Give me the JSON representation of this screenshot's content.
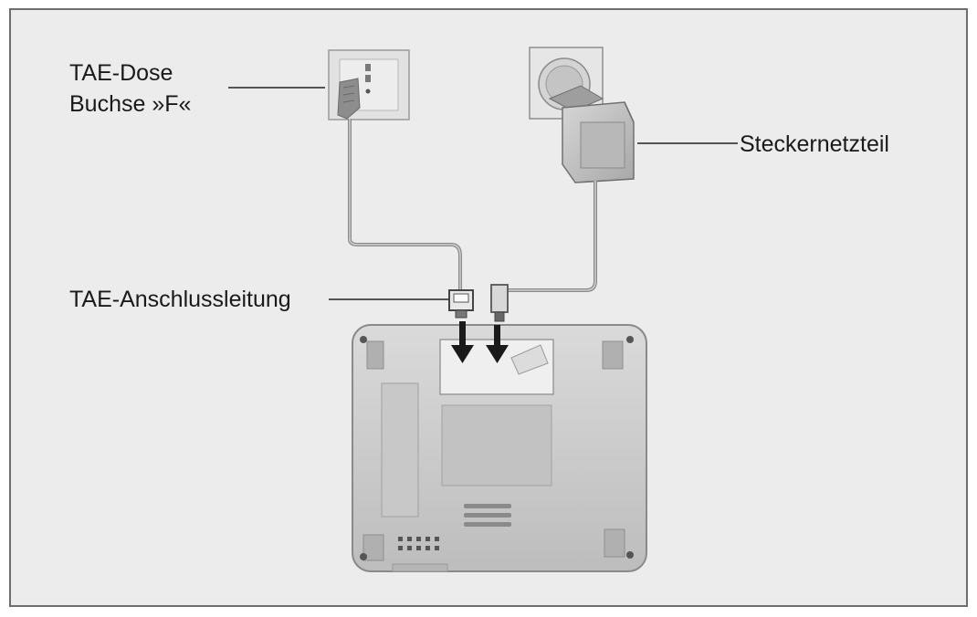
{
  "labels": {
    "tae_dose_line1": "TAE-Dose",
    "tae_dose_line2": "Buchse »F«",
    "netzteil": "Steckernetzteil",
    "anschlussleitung": "TAE-Anschlussleitung"
  },
  "colors": {
    "background": "#ececec",
    "frame": "#6e6e6e",
    "device": "#cfcfcf",
    "device_dark": "#a9a9a9",
    "cable": "#8a8a8a",
    "arrow": "#1a1a1a"
  }
}
